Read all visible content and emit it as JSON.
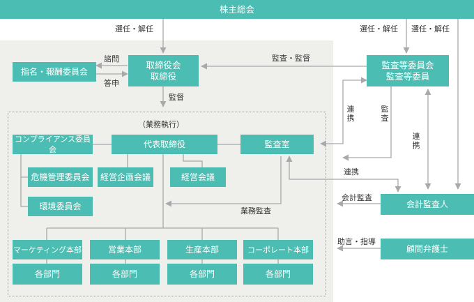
{
  "nodes": {
    "shareholders": "株主総会",
    "board": [
      "取締役会",
      "取締役"
    ],
    "nomination": "指名・報酬委員会",
    "audit_committee": [
      "監査等委員会",
      "監査等委員"
    ],
    "compliance": "コンプライアンス委員会",
    "ceo": "代表取締役",
    "audit_office": "監査室",
    "risk": "危機管理委員会",
    "planning": "経営企画会議",
    "management": "経営会議",
    "environment": "環境委員会",
    "marketing": "マーケティング本部",
    "sales": "営業本部",
    "production": "生産本部",
    "corporate": "コーポレート本部",
    "dept": "各部門",
    "accounting_auditor": "会計監査人",
    "legal_advisor": "顧問弁護士"
  },
  "labels": {
    "elect1": "選任・解任",
    "elect2": "選任・解任",
    "elect3": "選任・解任",
    "consult": "諮問",
    "report": "答申",
    "audit_supervise": "監査・監督",
    "supervise": "監督",
    "execution": "（業務執行）",
    "coop1": "連携",
    "audit": "監査",
    "coop2": "連携",
    "coop3": "連携",
    "accounting_audit": "会計監査",
    "business_audit": "業務監査",
    "advice": "助言・指導"
  },
  "colors": {
    "node": "#4cbdb2",
    "line": "#a7a9ac",
    "panel": "#efefec",
    "dotted": "#4cbdb2"
  }
}
